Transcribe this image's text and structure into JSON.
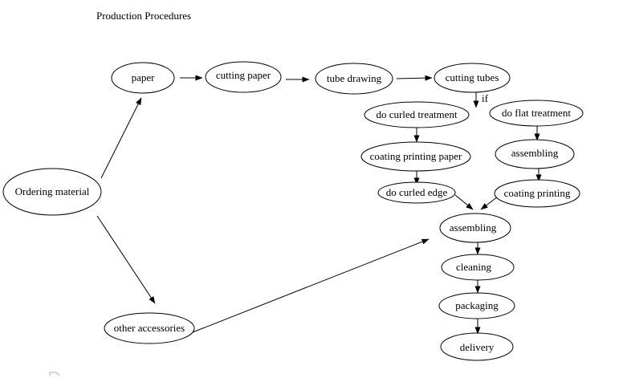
{
  "title": "Production Procedures",
  "nodes": {
    "ordering_material": "Ordering material",
    "paper": "paper",
    "cutting_paper": "cutting paper",
    "tube_drawing": "tube drawing",
    "cutting_tubes": "cutting tubes",
    "do_curled_treatment": "do curled treatment",
    "do_flat_treatment": "do flat treatment",
    "coating_printing_paper": "coating printing paper",
    "assembling_flat": "assembling",
    "do_curled_edge": "do curled edge",
    "coating_printing": "coating printing",
    "assembling_main": "assembling",
    "cleaning": "cleaning",
    "packaging": "packaging",
    "delivery": "delivery",
    "other_accessories": "other accessories"
  },
  "edge_labels": {
    "if": "if"
  }
}
